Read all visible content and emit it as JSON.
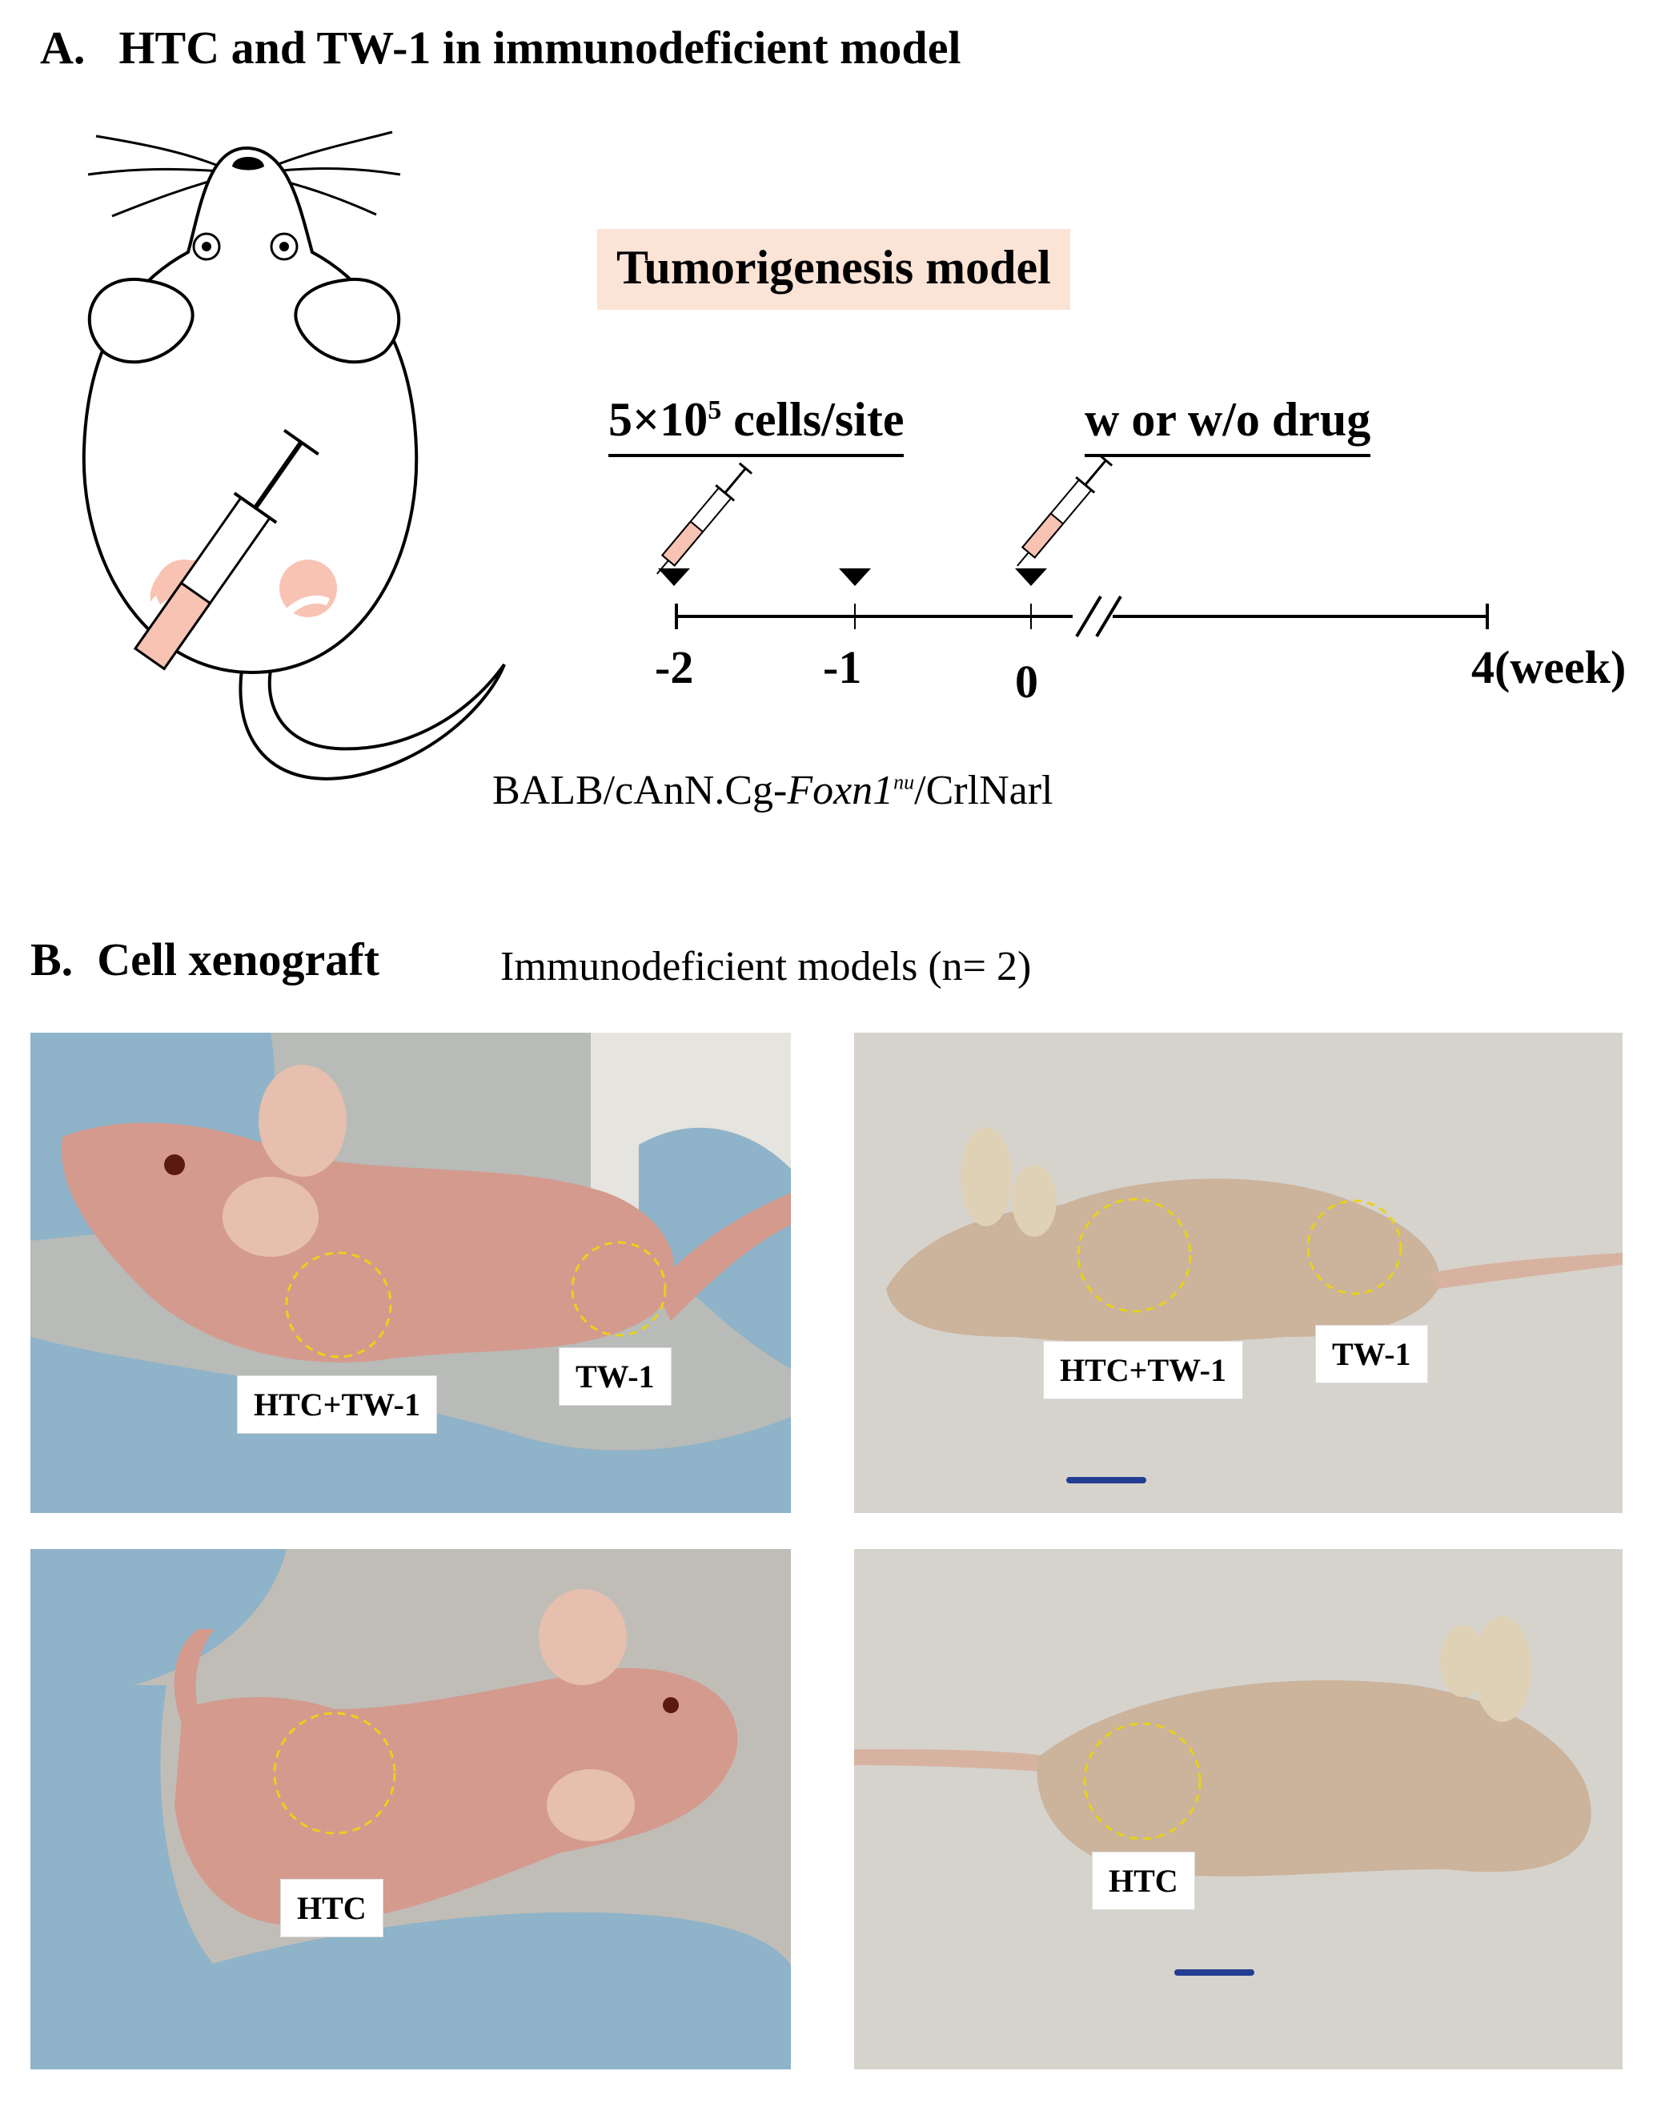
{
  "panel_a": {
    "letter": "A.",
    "title": "HTC and TW-1 in immunodeficient model",
    "model_label": "Tumorigenesis model",
    "injection_label_base": "5×10",
    "injection_label_exp": "5",
    "injection_label_suffix": " cells/site",
    "drug_label": "w or w/o drug",
    "timeline_ticks": [
      "-2",
      "-1",
      "0",
      "4"
    ],
    "timeline_unit": "(week)",
    "strain_prefix": "BALB/cAnN.Cg-",
    "strain_italic": "Foxn1",
    "strain_sup": "nu",
    "strain_suffix": "/CrlNarl"
  },
  "panel_b": {
    "letter": "B.",
    "title": "Cell xenograft",
    "subtitle": "Immunodeficient models (n= 2)",
    "photos": [
      {
        "labels": [
          "HTC+TW-1",
          "TW-1"
        ]
      },
      {
        "labels": [
          "HTC+TW-1",
          "TW-1"
        ]
      },
      {
        "labels": [
          "HTC"
        ]
      },
      {
        "labels": [
          "HTC"
        ]
      }
    ]
  },
  "colors": {
    "tumor_pink": "#f8c3b3",
    "circle_yellow": "#e8d21a",
    "model_box_bg": "#fbe3d6",
    "glove_blue": "#8fb3c8",
    "skin_pink": "#d49a8e",
    "skin_tan": "#cbb39c",
    "background_gray": "#d6d3cd"
  }
}
